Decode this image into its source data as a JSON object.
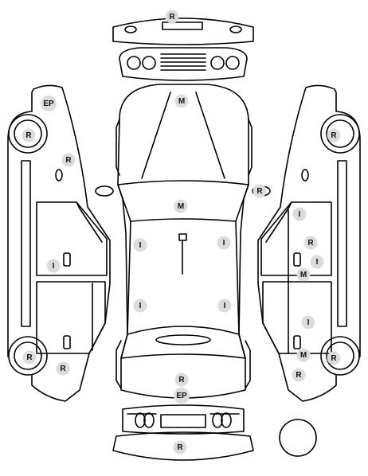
{
  "diagram": {
    "line_color": "#000000",
    "marker_fill": "#dcdcdc",
    "markers": [
      {
        "id": "rear-top-r",
        "label": "R"
      },
      {
        "id": "hood-m",
        "label": "M"
      },
      {
        "id": "left-fender-ep",
        "label": "EP"
      },
      {
        "id": "left-front-wheel-r",
        "label": "R"
      },
      {
        "id": "left-fender-r",
        "label": "R"
      },
      {
        "id": "left-front-door-i",
        "label": "I"
      },
      {
        "id": "left-rear-wheel-r",
        "label": "R"
      },
      {
        "id": "left-rear-quarter-r",
        "label": "R"
      },
      {
        "id": "right-mirror-r",
        "label": "R"
      },
      {
        "id": "roof-m",
        "label": "M"
      },
      {
        "id": "roof-left-front-i",
        "label": "I"
      },
      {
        "id": "roof-right-front-i",
        "label": "I"
      },
      {
        "id": "roof-left-rear-i",
        "label": "I"
      },
      {
        "id": "roof-right-rear-i",
        "label": "I"
      },
      {
        "id": "trunk-r",
        "label": "R"
      },
      {
        "id": "rear-bumper-ep",
        "label": "EP"
      },
      {
        "id": "right-front-wheel-r",
        "label": "R"
      },
      {
        "id": "right-front-door-top-i",
        "label": "I"
      },
      {
        "id": "right-front-door-r",
        "label": "R"
      },
      {
        "id": "right-front-door-side-i",
        "label": "I"
      },
      {
        "id": "right-front-door-m",
        "label": "M"
      },
      {
        "id": "right-rear-door-i",
        "label": "I"
      },
      {
        "id": "right-rear-door-m",
        "label": "M"
      },
      {
        "id": "right-rear-wheel-r",
        "label": "R"
      },
      {
        "id": "right-rear-quarter-r",
        "label": "R"
      },
      {
        "id": "front-bottom-r",
        "label": "R"
      }
    ]
  }
}
